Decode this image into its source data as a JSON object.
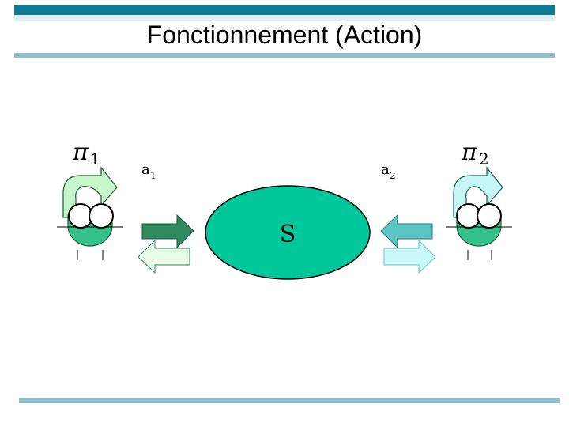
{
  "slide": {
    "title": "Fonctionnement (Action)"
  },
  "diagram": {
    "agents": [
      {
        "symbol": "π",
        "subscript": "1"
      },
      {
        "symbol": "π",
        "subscript": "2"
      }
    ],
    "actions": [
      {
        "base": "a",
        "subscript": "1"
      },
      {
        "base": "a",
        "subscript": "2"
      }
    ],
    "environment_label": "S",
    "colors": {
      "environment": "#00c89a",
      "agent_body": "#34c28a",
      "left_loop": "#c6f7cb",
      "right_loop": "#c6f7f7",
      "left_action_arrow": "#2f8a5e",
      "left_feedback_arrow": "#e8fbe8",
      "right_action_arrow": "#5cc6c6",
      "right_feedback_arrow": "#ccfafa",
      "bar_dark": "#0e7a93",
      "bar_light": "#8fbfcb"
    }
  }
}
